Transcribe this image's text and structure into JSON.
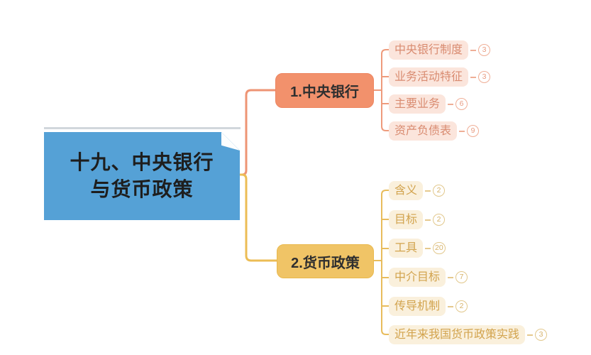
{
  "root": {
    "line1": "十九、中央银行",
    "line2": "与货币政策"
  },
  "branches": [
    {
      "label": "1.中央银行",
      "children": [
        {
          "label": "中央银行制度",
          "count": "3"
        },
        {
          "label": "业务活动特征",
          "count": "3"
        },
        {
          "label": "主要业务",
          "count": "6"
        },
        {
          "label": "资产负债表",
          "count": "9"
        }
      ]
    },
    {
      "label": "2.货币政策",
      "children": [
        {
          "label": "含义",
          "count": "2"
        },
        {
          "label": "目标",
          "count": "2"
        },
        {
          "label": "工具",
          "count": "20"
        },
        {
          "label": "中介目标",
          "count": "7"
        },
        {
          "label": "传导机制",
          "count": "2"
        },
        {
          "label": "近年来我国货币政策实践",
          "count": "3"
        }
      ]
    }
  ],
  "icons": {
    "folded_corner": "folded-corner-icon"
  },
  "colors": {
    "root_fill": "#55A1D6",
    "branch1_fill": "#F2916C",
    "branch1_line": "#EE9474",
    "branch1_child_fill": "#FBE5DC",
    "branch1_child_text": "#D98B70",
    "branch2_fill": "#F0C466",
    "branch2_line": "#ECBD55",
    "branch2_child_fill": "#FAF0DC",
    "bran2_child_text": "#D2A34D",
    "root_text": "#1E1E1E"
  }
}
